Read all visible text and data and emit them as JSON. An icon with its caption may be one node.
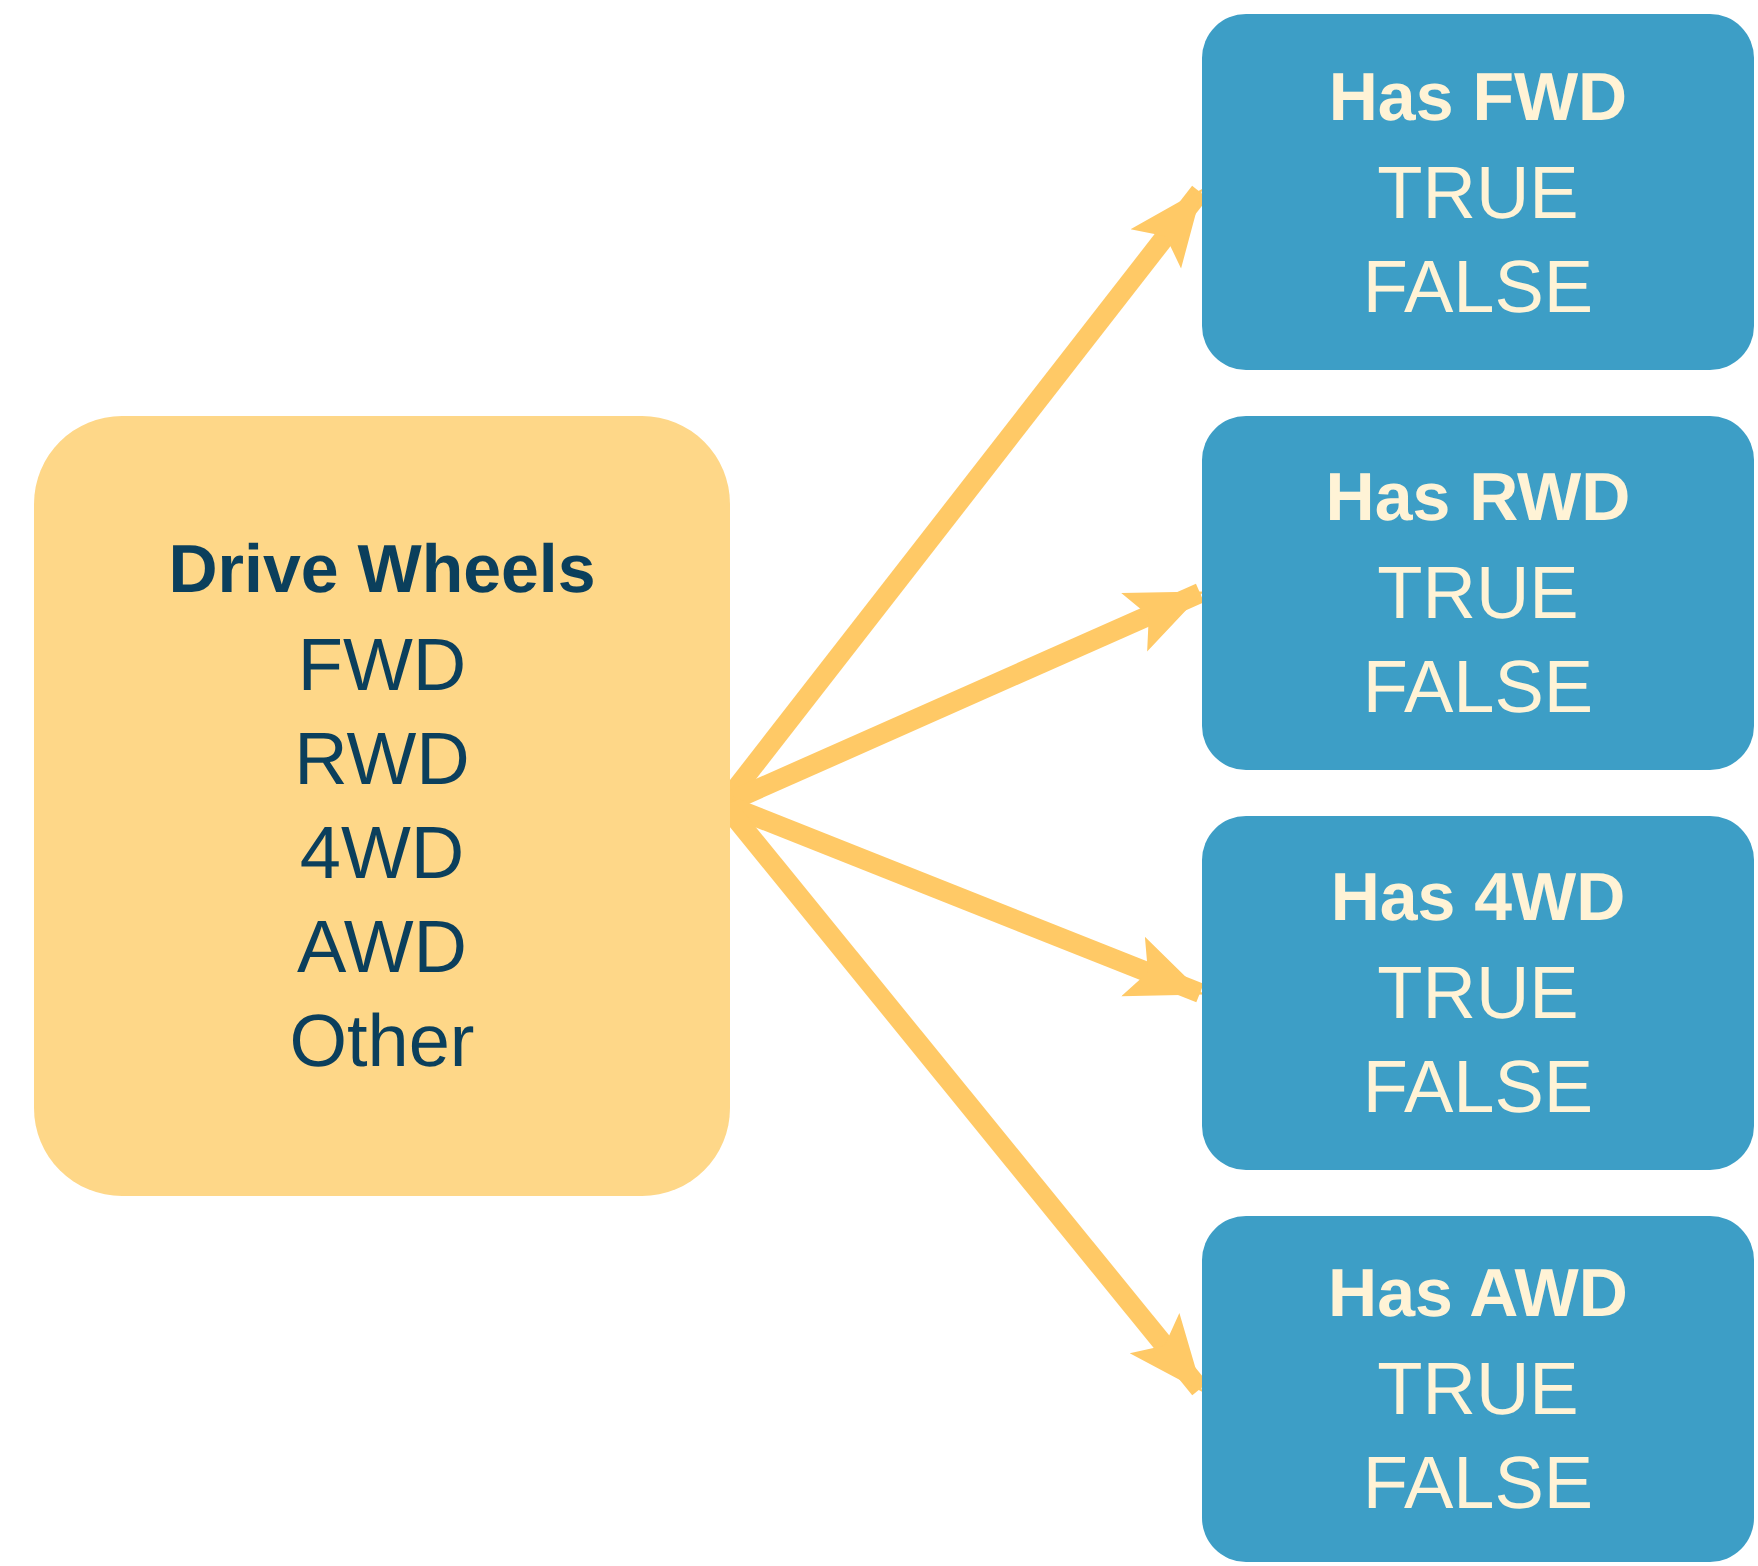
{
  "diagram": {
    "nodes": [
      {
        "text": [
          "Drive Wheels",
          "FWD",
          "RWD",
          "4WD",
          "AWD",
          "Other"
        ]
      },
      {
        "text": [
          "Has FWD",
          "TRUE",
          "FALSE"
        ]
      },
      {
        "text": [
          "Has RWD",
          "TRUE",
          "FALSE"
        ]
      },
      {
        "text": [
          "Has 4WD",
          "TRUE",
          "FALSE"
        ]
      },
      {
        "text": [
          "Has AWD",
          "TRUE",
          "FALSE"
        ]
      }
    ],
    "edges": [
      {
        "from": 0,
        "to": 1,
        "arrow": "to"
      },
      {
        "from": 0,
        "to": 2,
        "arrow": "to"
      },
      {
        "from": 0,
        "to": 3,
        "arrow": "to"
      },
      {
        "from": 0,
        "to": 4,
        "arrow": "to"
      }
    ]
  }
}
